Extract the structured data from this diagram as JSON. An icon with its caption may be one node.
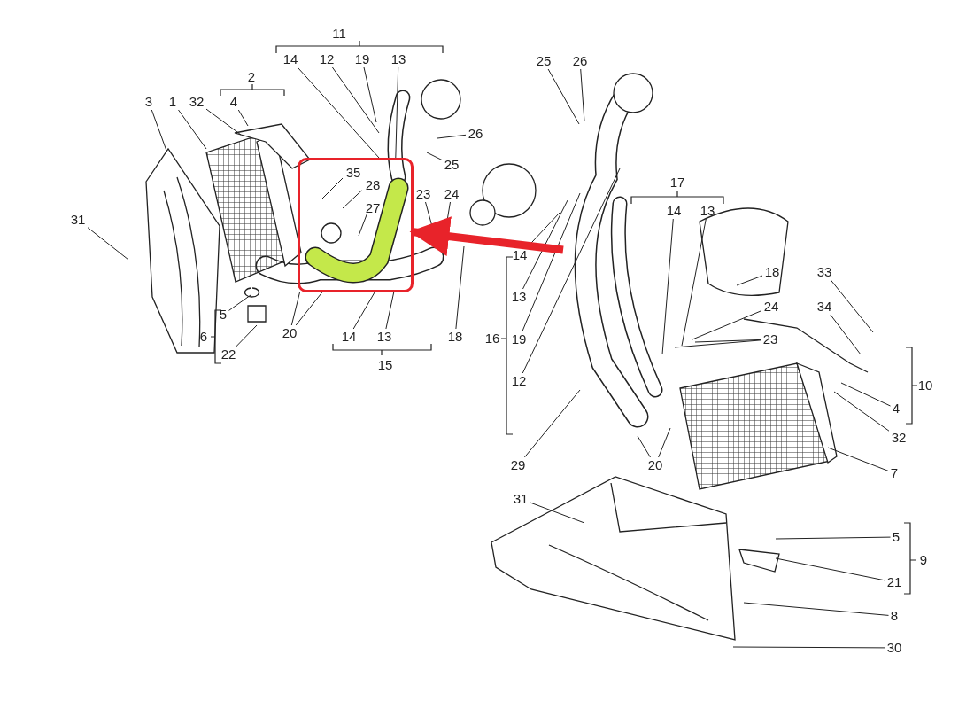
{
  "diagram": {
    "nodes": [
      {
        "text": [],
        "shape": "box"
      },
      {
        "text": [
          "31"
        ]
      },
      {
        "text": [
          "3"
        ]
      },
      {
        "text": [
          "1"
        ]
      },
      {
        "text": [
          "32"
        ]
      },
      {
        "text": [
          "4"
        ]
      },
      {
        "text": [
          "5"
        ]
      },
      {
        "text": [
          "22"
        ]
      },
      {
        "text": [
          "14"
        ]
      },
      {
        "text": [
          "12"
        ]
      },
      {
        "text": [
          "19"
        ]
      },
      {
        "text": [
          "13"
        ]
      },
      {
        "text": [
          "26"
        ]
      },
      {
        "text": [
          "25"
        ]
      },
      {
        "text": [
          "35"
        ],
        "in": 0
      },
      {
        "text": [
          "28"
        ],
        "in": 0
      },
      {
        "text": [
          "27"
        ],
        "in": 0
      },
      {
        "text": [
          "23"
        ]
      },
      {
        "text": [
          "24"
        ]
      },
      {
        "text": [
          "20"
        ]
      },
      {
        "text": [
          "14"
        ]
      },
      {
        "text": [
          "13"
        ]
      },
      {
        "text": [
          "18"
        ]
      },
      {
        "text": [
          "25"
        ]
      },
      {
        "text": [
          "26"
        ]
      },
      {
        "text": [
          "14"
        ]
      },
      {
        "text": [
          "13"
        ]
      },
      {
        "text": [
          "19"
        ]
      },
      {
        "text": [
          "12"
        ]
      },
      {
        "text": [
          "14"
        ]
      },
      {
        "text": [
          "13"
        ]
      },
      {
        "text": [
          "18"
        ]
      },
      {
        "text": [
          "24"
        ]
      },
      {
        "text": [
          "23"
        ]
      },
      {
        "text": [
          "33"
        ]
      },
      {
        "text": [
          "34"
        ]
      },
      {
        "text": [
          "4"
        ]
      },
      {
        "text": [
          "32"
        ]
      },
      {
        "text": [
          "7"
        ]
      },
      {
        "text": [
          "29"
        ]
      },
      {
        "text": [
          "20"
        ]
      },
      {
        "text": [
          "31"
        ]
      },
      {
        "text": [
          "5"
        ]
      },
      {
        "text": [
          "21"
        ]
      },
      {
        "text": [
          "8"
        ]
      },
      {
        "text": [
          "30"
        ]
      }
    ],
    "edges": [
      {
        "from": 1,
        "to": null,
        "arrow": "none"
      },
      {
        "from": 2,
        "to": null,
        "arrow": "none"
      },
      {
        "from": 3,
        "to": null,
        "arrow": "none"
      },
      {
        "from": 4,
        "to": null,
        "arrow": "none"
      },
      {
        "from": 5,
        "to": null,
        "arrow": "none"
      },
      {
        "from": 6,
        "to": null,
        "arrow": "none"
      },
      {
        "from": 7,
        "to": null,
        "arrow": "none"
      },
      {
        "from": 8,
        "to": 0,
        "arrow": "none"
      },
      {
        "from": 9,
        "to": null,
        "arrow": "none"
      },
      {
        "from": 10,
        "to": null,
        "arrow": "none"
      },
      {
        "from": 11,
        "to": 0,
        "arrow": "none"
      },
      {
        "from": 12,
        "to": null,
        "arrow": "none"
      },
      {
        "from": 13,
        "to": null,
        "arrow": "none"
      },
      {
        "from": 14,
        "to": null,
        "arrow": "none"
      },
      {
        "from": 15,
        "to": null,
        "arrow": "none"
      },
      {
        "from": 16,
        "to": null,
        "arrow": "none"
      },
      {
        "from": 17,
        "to": null,
        "arrow": "none"
      },
      {
        "from": 18,
        "to": null,
        "arrow": "none"
      },
      {
        "from": 19,
        "to": 0,
        "arrow": "none"
      },
      {
        "from": 19,
        "to": 0,
        "arrow": "none"
      },
      {
        "from": 20,
        "to": 0,
        "arrow": "none"
      },
      {
        "from": 21,
        "to": 0,
        "arrow": "none"
      },
      {
        "from": 22,
        "to": null,
        "arrow": "none"
      },
      {
        "from": 23,
        "to": null,
        "arrow": "none"
      },
      {
        "from": 24,
        "to": null,
        "arrow": "none"
      },
      {
        "from": 25,
        "to": null,
        "arrow": "none"
      },
      {
        "from": 26,
        "to": null,
        "arrow": "none"
      },
      {
        "from": 27,
        "to": null,
        "arrow": "none"
      },
      {
        "from": 28,
        "to": null,
        "arrow": "none"
      },
      {
        "from": 29,
        "to": null,
        "arrow": "none"
      },
      {
        "from": 30,
        "to": null,
        "arrow": "none"
      },
      {
        "from": 31,
        "to": null,
        "arrow": "none"
      },
      {
        "from": 32,
        "to": null,
        "arrow": "none"
      },
      {
        "from": 33,
        "to": null,
        "arrow": "none"
      },
      {
        "from": 33,
        "to": null,
        "arrow": "none"
      },
      {
        "from": 34,
        "to": null,
        "arrow": "none"
      },
      {
        "from": 35,
        "to": null,
        "arrow": "none"
      },
      {
        "from": 36,
        "to": null,
        "arrow": "none"
      },
      {
        "from": 37,
        "to": null,
        "arrow": "none"
      },
      {
        "from": 38,
        "to": null,
        "arrow": "none"
      },
      {
        "from": 39,
        "to": null,
        "arrow": "none"
      },
      {
        "from": 40,
        "to": null,
        "arrow": "none"
      },
      {
        "from": 40,
        "to": null,
        "arrow": "none"
      },
      {
        "from": 41,
        "to": null,
        "arrow": "none"
      },
      {
        "from": 42,
        "to": null,
        "arrow": "none"
      },
      {
        "from": 43,
        "to": null,
        "arrow": "none"
      },
      {
        "from": 44,
        "to": null,
        "arrow": "none"
      },
      {
        "from": 45,
        "to": null,
        "arrow": "none"
      },
      {
        "from": null,
        "to": 0,
        "arrow": "to",
        "style": "thick",
        "color": "#e8232a"
      }
    ],
    "labels": [
      "11",
      "2",
      "17",
      "6",
      "16",
      "15",
      "10",
      "9"
    ]
  }
}
